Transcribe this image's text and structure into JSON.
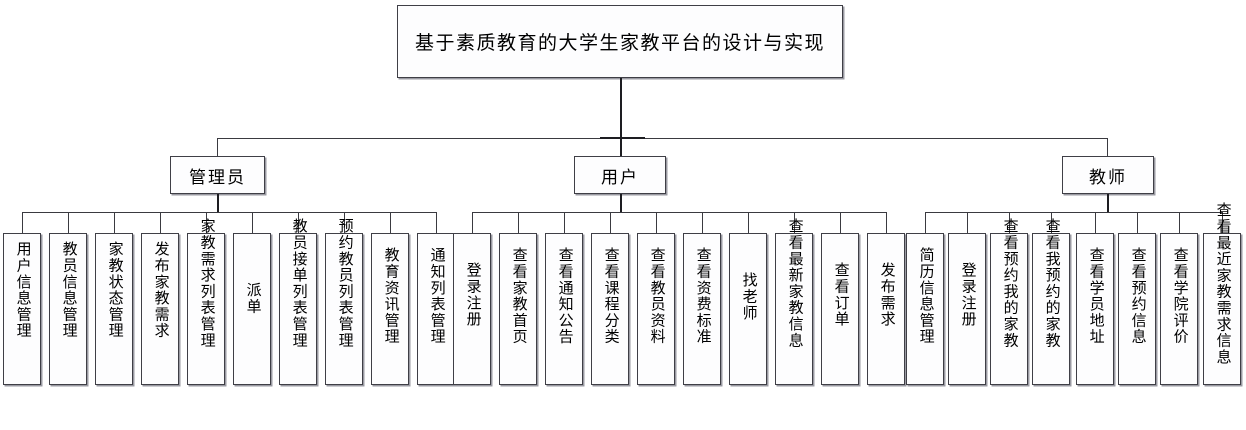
{
  "diagram": {
    "type": "tree",
    "title": "基于素质教育的大学生家教平台的设计与实现",
    "root": {
      "label": "基于素质教育的大学生家教平台的设计与实现"
    },
    "branches": [
      {
        "id": "admin",
        "label": "管理员",
        "leaves": [
          {
            "label": "用户信息管理"
          },
          {
            "label": "教员信息管理"
          },
          {
            "label": "家教状态管理"
          },
          {
            "label": "发布家教需求"
          },
          {
            "label": "家教需求列表管理"
          },
          {
            "label": "派单"
          },
          {
            "label": "教员接单列表管理"
          },
          {
            "label": "预约教员列表管理"
          },
          {
            "label": "教育资讯管理"
          },
          {
            "label": "通知列表管理"
          }
        ]
      },
      {
        "id": "user",
        "label": "用户",
        "leaves": [
          {
            "label": "登录注册"
          },
          {
            "label": "查看家教首页"
          },
          {
            "label": "查看通知公告"
          },
          {
            "label": "查看课程分类"
          },
          {
            "label": "查看教员资料"
          },
          {
            "label": "查看资费标准"
          },
          {
            "label": "找老师"
          },
          {
            "label": "查看最新家教信息"
          },
          {
            "label": "查看订单"
          },
          {
            "label": "发布需求"
          }
        ]
      },
      {
        "id": "teacher",
        "label": "教师",
        "leaves": [
          {
            "label": "简历信息管理"
          },
          {
            "label": "登录注册"
          },
          {
            "label": "查看预约我的家教"
          },
          {
            "label": "查看我预约的家教"
          },
          {
            "label": "查看学员地址"
          },
          {
            "label": "查看预约信息"
          },
          {
            "label": "查看学院评价"
          },
          {
            "label": "查看最近家教需求信息"
          }
        ]
      }
    ],
    "colors": {
      "box_border": "#3f3f46",
      "box_fill": "#fdfdfe",
      "box_shadow": "#9a9aa2",
      "line": "#3a3a40",
      "text": "#000000",
      "background": "#ffffff"
    }
  }
}
